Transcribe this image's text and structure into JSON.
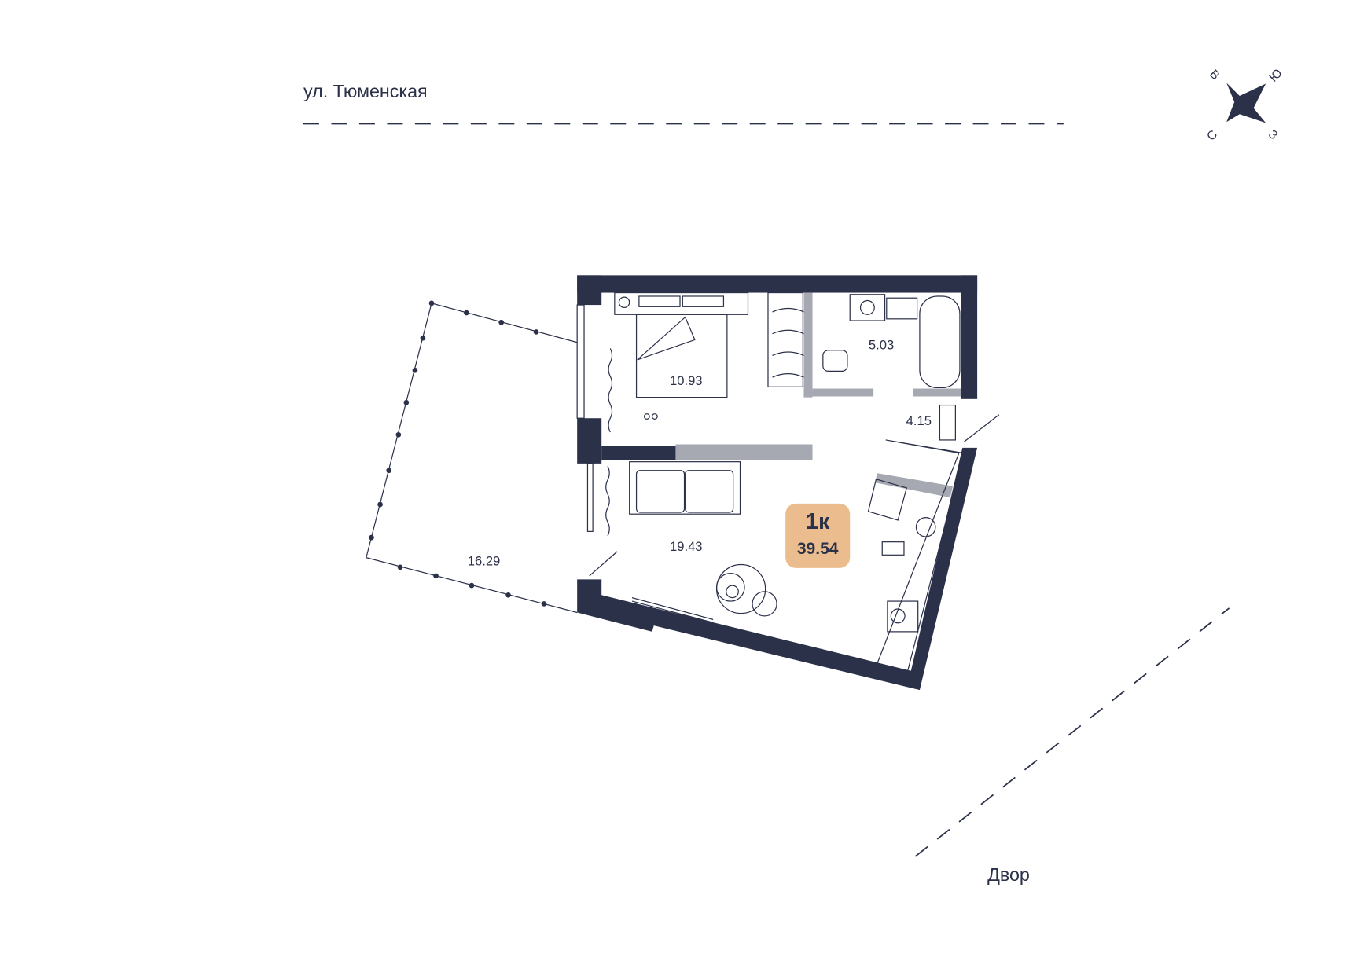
{
  "street_label": "ул. Тюменская",
  "yard_label": "Двор",
  "compass": {
    "top_left": "В",
    "top_right": "Ю",
    "bottom_left": "С",
    "bottom_right": "З"
  },
  "apartment": {
    "rooms": "1к",
    "total_area": "39.54"
  },
  "rooms": {
    "bedroom_area": "10.93",
    "bathroom_area": "5.03",
    "hallway_area": "4.15",
    "living_kitchen_area": "19.43",
    "terrace_area": "16.29"
  },
  "colors": {
    "wall": "#2b3149",
    "partition": "#a6a9b2",
    "badge": "#ebbd8e"
  }
}
